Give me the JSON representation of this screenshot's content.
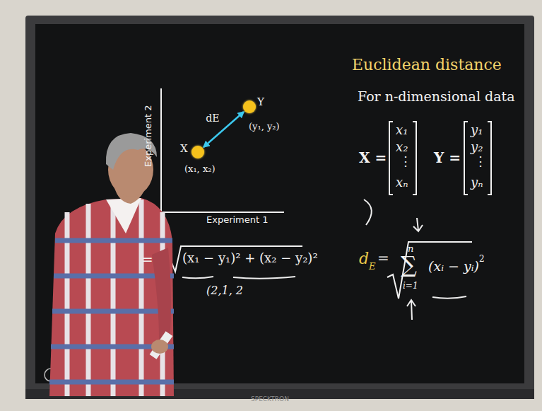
{
  "diagram": {
    "nodes": [
      {
        "text": [
          "X",
          "(x₁, x₂)"
        ]
      },
      {
        "text": [
          "Y",
          "(y₁, y₂)"
        ]
      }
    ],
    "edges": [
      {
        "from": 0,
        "to": 1,
        "arrow": "both",
        "label": "dE"
      }
    ],
    "labels": [
      "Euclidean distance",
      "For n-dimensional data",
      "Experiment 1",
      "Experiment 2",
      "X =",
      "x₁",
      "x₂",
      "⋮",
      "xₙ",
      "Y =",
      "y₁",
      "y₂",
      "⋮",
      "yₙ",
      "d",
      "E",
      "=",
      "n",
      "∑",
      "i=1",
      "(xᵢ − yᵢ)",
      "2",
      "=",
      "(x₁ − y₁)² + (x₂ − y₂)²",
      "(2,1, 2",
      "SPECKTRON"
    ]
  }
}
